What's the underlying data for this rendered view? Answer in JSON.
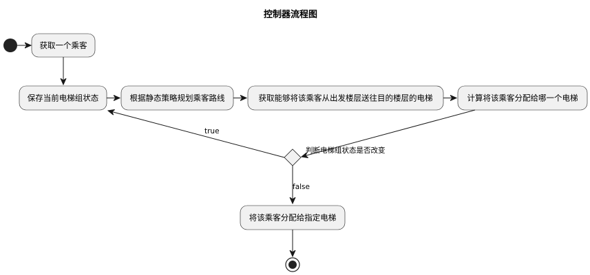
{
  "diagram": {
    "title": "控制器流程图",
    "nodes": {
      "get_passenger": "获取一个乘客",
      "save_state": "保存当前电梯组状态",
      "plan_route": "根据静态策略规划乘客路线",
      "get_elevators": "获取能够将该乘客从出发楼层送往目的楼层的电梯",
      "compute_assign": "计算将该乘客分配给哪一个电梯",
      "assign": "将该乘客分配给指定电梯"
    },
    "decision": {
      "label": "判断电梯组状态是否改变",
      "true_label": "true",
      "false_label": "false"
    }
  }
}
